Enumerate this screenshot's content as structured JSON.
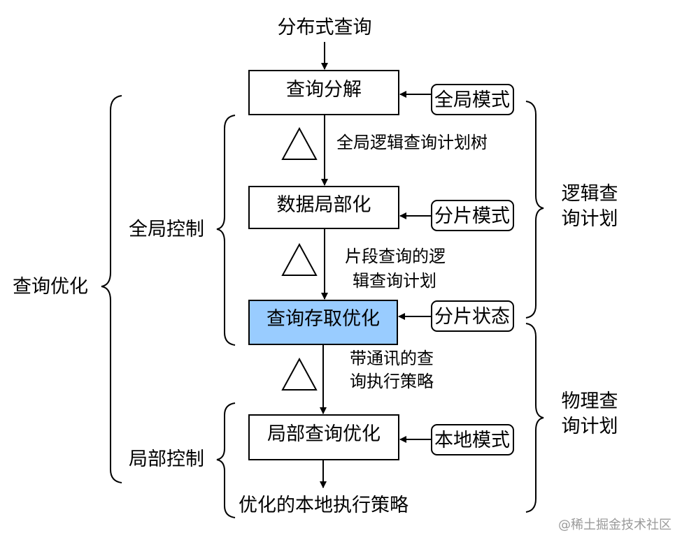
{
  "title": "分布式查询",
  "steps": [
    {
      "label": "查询分解",
      "highlight": false
    },
    {
      "label": "数据局部化",
      "highlight": false
    },
    {
      "label": "查询存取优化",
      "highlight": true
    },
    {
      "label": "局部查询优化",
      "highlight": false
    }
  ],
  "inputs": [
    "全局模式",
    "分片模式",
    "分片状态",
    "本地模式"
  ],
  "edge_labels": [
    [
      "全局逻辑查询计划树"
    ],
    [
      "片段查询的逻",
      "辑查询计划"
    ],
    [
      "带通讯的查",
      "询执行策略"
    ]
  ],
  "output": "优化的本地执行策略",
  "left_groups": {
    "outer": "查询优化",
    "global": "全局控制",
    "local": "局部控制"
  },
  "right_groups": {
    "logical": [
      "逻辑查",
      "询计划"
    ],
    "physical": [
      "物理查",
      "询计划"
    ]
  },
  "watermark": "@稀土掘金技术社区",
  "colors": {
    "highlight_fill": "#99ccff",
    "stroke": "#000000"
  }
}
